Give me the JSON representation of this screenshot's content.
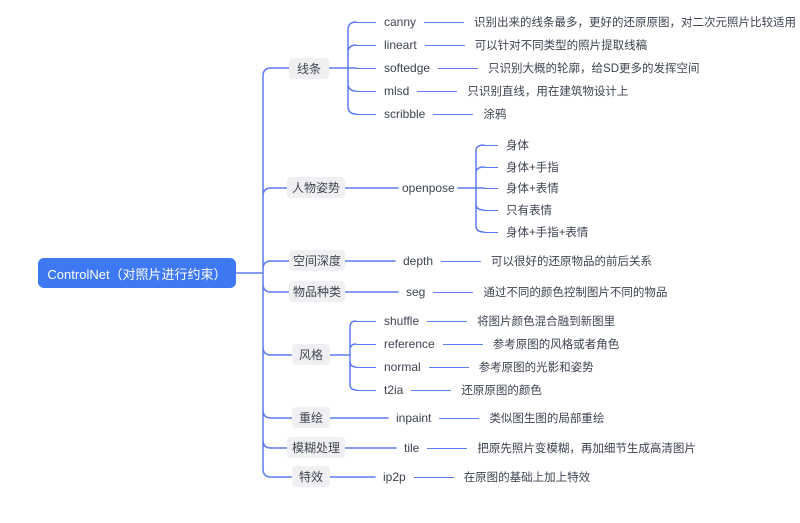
{
  "root": {
    "label": "ControlNet（对照片进行约束）"
  },
  "branches": [
    {
      "label": "线条",
      "children": [
        {
          "label": "canny",
          "desc": "识别出来的线条最多，更好的还原原图，对二次元照片比较适用"
        },
        {
          "label": "lineart",
          "desc": "可以针对不同类型的照片提取线稿"
        },
        {
          "label": "softedge",
          "desc": "只识别大概的轮廓，给SD更多的发挥空间"
        },
        {
          "label": "mlsd",
          "desc": "只识别直线，用在建筑物设计上"
        },
        {
          "label": "scribble",
          "desc": "涂鸦"
        }
      ]
    },
    {
      "label": "人物姿势",
      "children": [
        {
          "label": "openpose",
          "poses": [
            "身体",
            "身体+手指",
            "身体+表情",
            "只有表情",
            "身体+手指+表情"
          ]
        }
      ]
    },
    {
      "label": "空间深度",
      "children": [
        {
          "label": "depth",
          "desc": "可以很好的还原物品的前后关系"
        }
      ]
    },
    {
      "label": "物品种类",
      "children": [
        {
          "label": "seg",
          "desc": "通过不同的颜色控制图片不同的物品"
        }
      ]
    },
    {
      "label": "风格",
      "children": [
        {
          "label": "shuffle",
          "desc": "将图片颜色混合融到新图里"
        },
        {
          "label": "reference",
          "desc": "参考原图的风格或者角色"
        },
        {
          "label": "normal",
          "desc": "参考原图的光影和姿势"
        },
        {
          "label": "t2ia",
          "desc": "还原原图的颜色"
        }
      ]
    },
    {
      "label": "重绘",
      "children": [
        {
          "label": "inpaint",
          "desc": "类似图生图的局部重绘"
        }
      ]
    },
    {
      "label": "模糊处理",
      "children": [
        {
          "label": "tile",
          "desc": "把原先照片变模糊，再加细节生成高清图片"
        }
      ]
    },
    {
      "label": "特效",
      "children": [
        {
          "label": "ip2p",
          "desc": "在原图的基础上加上特效"
        }
      ]
    }
  ],
  "colors": {
    "root_bg": "#3e78f2",
    "line": "#5b7cf0",
    "node_bg": "#f0f0f2",
    "text": "#3d4350"
  }
}
